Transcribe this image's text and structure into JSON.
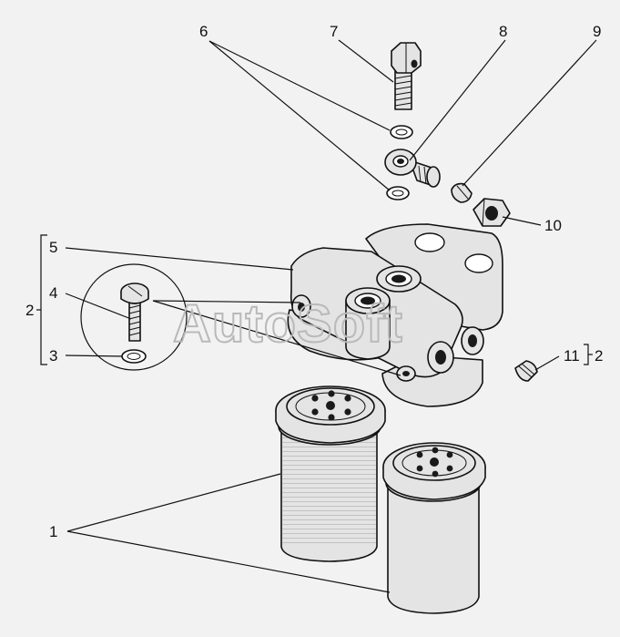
{
  "watermark": "AutoSoft",
  "callouts": {
    "c1": "1",
    "c2a": "2",
    "c2b": "2",
    "c3": "3",
    "c4": "4",
    "c5": "5",
    "c6": "6",
    "c7": "7",
    "c8": "8",
    "c9": "9",
    "c10": "10",
    "c11": "11"
  }
}
